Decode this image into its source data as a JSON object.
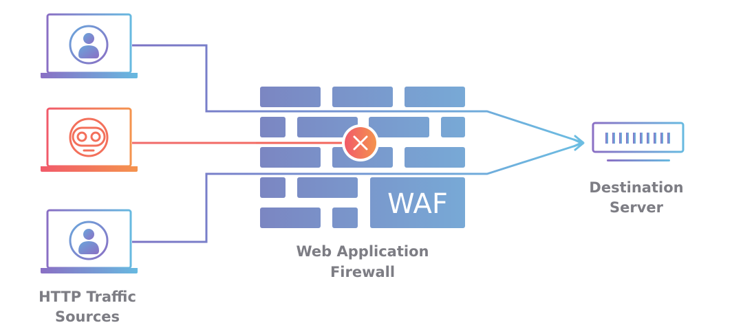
{
  "sources": {
    "label_line1": "HTTP Traffic",
    "label_line2": "Sources",
    "items": [
      {
        "kind": "user",
        "icon": "user-icon",
        "blocked": false
      },
      {
        "kind": "bot",
        "icon": "robot-icon",
        "blocked": true
      },
      {
        "kind": "user",
        "icon": "user-icon",
        "blocked": false
      }
    ]
  },
  "firewall": {
    "badge": "WAF",
    "label_line1": "Web Application",
    "label_line2": "Firewall",
    "block_icon": "close-x-icon"
  },
  "server": {
    "label_line1": "Destination",
    "label_line2": "Server",
    "icon": "server-icon"
  },
  "colors": {
    "legit_traffic": "#7b8fc9",
    "blocked_traffic": "#f2665c",
    "brick": "#7b8cc4",
    "block_marker": "#f0645a",
    "label": "#7d7d84"
  }
}
